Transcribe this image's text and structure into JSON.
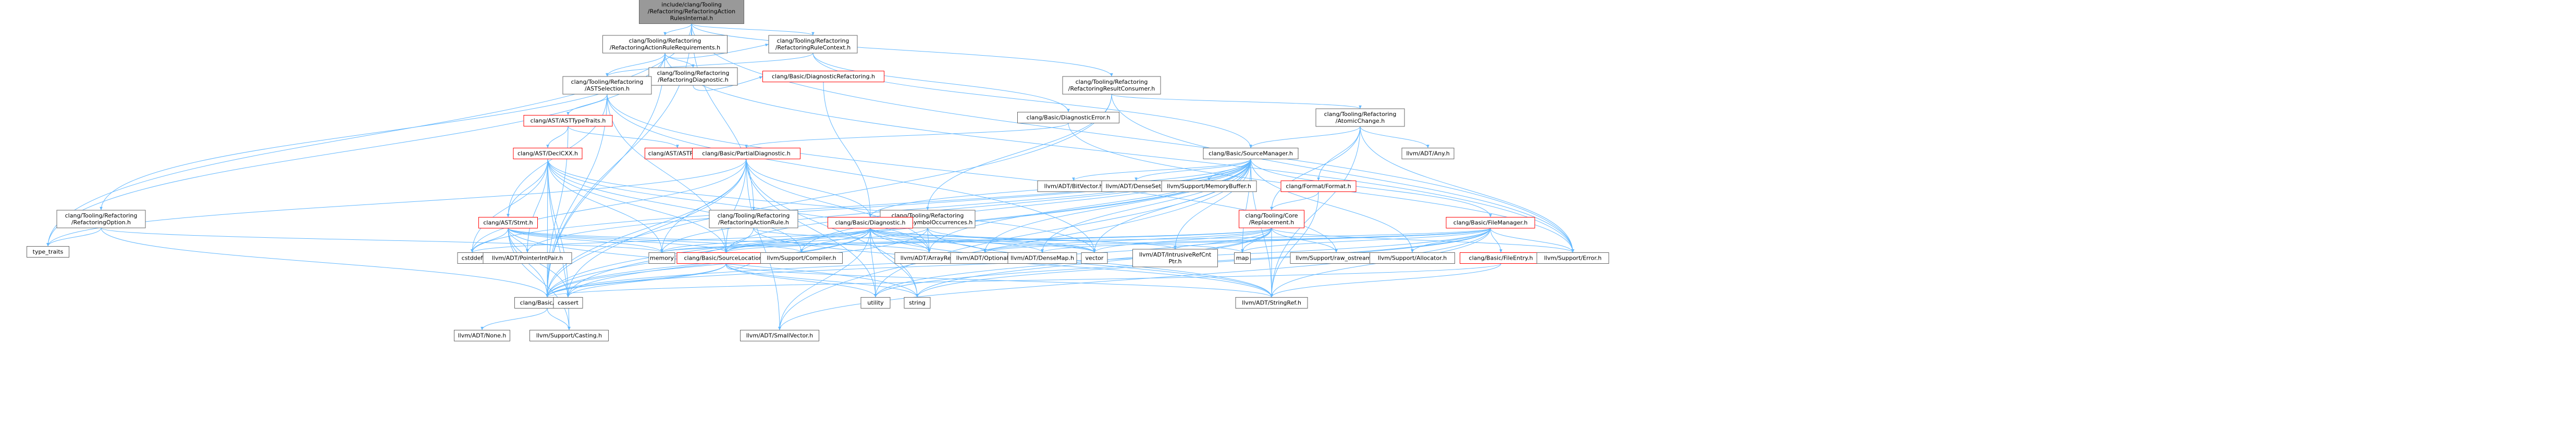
{
  "colors": {
    "root_fill": "#999999",
    "node_fill": "#ffffff",
    "node_border": "#666666",
    "red_border": "#ff0000",
    "edge": "#63b8ff"
  },
  "nodes": [
    {
      "id": "root",
      "lines": [
        "include/clang/Tooling",
        "/Refactoring/RefactoringAction",
        "RulesInternal.h"
      ],
      "style": "root"
    },
    {
      "id": "rrr",
      "lines": [
        "clang/Tooling/Refactoring",
        "/RefactoringActionRuleRequirements.h"
      ],
      "style": "normal"
    },
    {
      "id": "resultconsumer",
      "lines": [
        "clang/Tooling/Refactoring",
        "/RefactoringResultConsumer.h"
      ],
      "style": "normal"
    },
    {
      "id": "rulecontext",
      "lines": [
        "clang/Tooling/Refactoring",
        "/RefactoringRuleContext.h"
      ],
      "style": "normal"
    },
    {
      "id": "refdiag",
      "lines": [
        "clang/Tooling/Refactoring",
        "/RefactoringDiagnostic.h"
      ],
      "style": "normal"
    },
    {
      "id": "astselection",
      "lines": [
        "clang/Tooling/Refactoring",
        "/ASTSelection.h"
      ],
      "style": "normal"
    },
    {
      "id": "refoption",
      "lines": [
        "clang/Tooling/Refactoring",
        "/RefactoringOption.h"
      ],
      "style": "normal"
    },
    {
      "id": "diagrefactoring",
      "lines": [
        "clang/Basic/DiagnosticRefactoring.h"
      ],
      "style": "red"
    },
    {
      "id": "diagerror",
      "lines": [
        "clang/Basic/DiagnosticError.h"
      ],
      "style": "normal"
    },
    {
      "id": "atomicchange",
      "lines": [
        "clang/Tooling/Refactoring",
        "/AtomicChange.h"
      ],
      "style": "normal"
    },
    {
      "id": "asttypetraits",
      "lines": [
        "clang/AST/ASTTypeTraits.h"
      ],
      "style": "red"
    },
    {
      "id": "declcxx",
      "lines": [
        "clang/AST/DeclCXX.h"
      ],
      "style": "red"
    },
    {
      "id": "astfwd",
      "lines": [
        "clang/AST/ASTFwd.h"
      ],
      "style": "red"
    },
    {
      "id": "partialdiag",
      "lines": [
        "clang/Basic/PartialDiagnostic.h"
      ],
      "style": "red"
    },
    {
      "id": "sourcemanager",
      "lines": [
        "clang/Basic/SourceManager.h"
      ],
      "style": "normal"
    },
    {
      "id": "formatformat",
      "lines": [
        "clang/Format/Format.h"
      ],
      "style": "red"
    },
    {
      "id": "corereplacement",
      "lines": [
        "clang/Tooling/Core",
        "/Replacement.h"
      ],
      "style": "red"
    },
    {
      "id": "renamesym",
      "lines": [
        "clang/Tooling/Refactoring",
        "/Rename/SymbolOccurrences.h"
      ],
      "style": "normal"
    },
    {
      "id": "refactionrule",
      "lines": [
        "clang/Tooling/Refactoring",
        "/RefactoringActionRule.h"
      ],
      "style": "normal"
    },
    {
      "id": "diagnostic",
      "lines": [
        "clang/Basic/Diagnostic.h"
      ],
      "style": "red"
    },
    {
      "id": "filemanager",
      "lines": [
        "clang/Basic/FileManager.h"
      ],
      "style": "red"
    },
    {
      "id": "stmt",
      "lines": [
        "clang/AST/Stmt.h"
      ],
      "style": "red"
    },
    {
      "id": "sourcelocation",
      "lines": [
        "clang/Basic/SourceLocation.h"
      ],
      "style": "red"
    },
    {
      "id": "fileentry",
      "lines": [
        "clang/Basic/FileEntry.h"
      ],
      "style": "red"
    },
    {
      "id": "llvmh",
      "lines": [
        "clang/Basic/LLVM.h"
      ],
      "style": "normal"
    },
    {
      "id": "typetraits",
      "lines": [
        "type_traits"
      ],
      "style": "normal"
    },
    {
      "id": "memory",
      "lines": [
        "memory"
      ],
      "style": "normal"
    },
    {
      "id": "cstddef",
      "lines": [
        "cstddef"
      ],
      "style": "normal"
    },
    {
      "id": "pointerintpair",
      "lines": [
        "llvm/ADT/PointerIntPair.h"
      ],
      "style": "normal"
    },
    {
      "id": "compiler",
      "lines": [
        "llvm/Support/Compiler.h"
      ],
      "style": "normal"
    },
    {
      "id": "arrayref",
      "lines": [
        "llvm/ADT/ArrayRef.h"
      ],
      "style": "normal"
    },
    {
      "id": "optional",
      "lines": [
        "llvm/ADT/Optional.h"
      ],
      "style": "normal"
    },
    {
      "id": "densemap",
      "lines": [
        "llvm/ADT/DenseMap.h"
      ],
      "style": "normal"
    },
    {
      "id": "vector",
      "lines": [
        "vector"
      ],
      "style": "normal"
    },
    {
      "id": "intrusiverefcnt",
      "lines": [
        "llvm/ADT/IntrusiveRefCnt",
        "Ptr.h"
      ],
      "style": "normal"
    },
    {
      "id": "map",
      "lines": [
        "map"
      ],
      "style": "normal"
    },
    {
      "id": "rawostream",
      "lines": [
        "llvm/Support/raw_ostream.h"
      ],
      "style": "normal"
    },
    {
      "id": "allocator",
      "lines": [
        "llvm/Support/Allocator.h"
      ],
      "style": "normal"
    },
    {
      "id": "errorh",
      "lines": [
        "llvm/Support/Error.h"
      ],
      "style": "normal"
    },
    {
      "id": "bitvector",
      "lines": [
        "llvm/ADT/BitVector.h"
      ],
      "style": "normal"
    },
    {
      "id": "denseset",
      "lines": [
        "llvm/ADT/DenseSet.h"
      ],
      "style": "normal"
    },
    {
      "id": "memorybuffer",
      "lines": [
        "llvm/Support/MemoryBuffer.h"
      ],
      "style": "normal"
    },
    {
      "id": "anyh",
      "lines": [
        "llvm/ADT/Any.h"
      ],
      "style": "normal"
    },
    {
      "id": "cassert",
      "lines": [
        "cassert"
      ],
      "style": "normal"
    },
    {
      "id": "utility",
      "lines": [
        "utility"
      ],
      "style": "normal"
    },
    {
      "id": "string",
      "lines": [
        "string"
      ],
      "style": "normal"
    },
    {
      "id": "stringref",
      "lines": [
        "llvm/ADT/StringRef.h"
      ],
      "style": "normal"
    },
    {
      "id": "smallvector",
      "lines": [
        "llvm/ADT/SmallVector.h"
      ],
      "style": "normal"
    },
    {
      "id": "none",
      "lines": [
        "llvm/ADT/None.h"
      ],
      "style": "normal"
    },
    {
      "id": "casting",
      "lines": [
        "llvm/Support/Casting.h"
      ],
      "style": "normal"
    }
  ],
  "edges": [
    [
      "root",
      "rrr"
    ],
    [
      "root",
      "resultconsumer"
    ],
    [
      "root",
      "rulecontext"
    ],
    [
      "root",
      "refactionrule"
    ],
    [
      "root",
      "llvmh"
    ],
    [
      "root",
      "typetraits"
    ],
    [
      "root",
      "errorh"
    ],
    [
      "rrr",
      "refdiag"
    ],
    [
      "rrr",
      "astselection"
    ],
    [
      "rrr",
      "rulecontext"
    ],
    [
      "rrr",
      "refoption"
    ],
    [
      "rrr",
      "llvmh"
    ],
    [
      "rrr",
      "typetraits"
    ],
    [
      "rrr",
      "errorh"
    ],
    [
      "refdiag",
      "diagrefactoring"
    ],
    [
      "diagrefactoring",
      "diagnostic"
    ],
    [
      "rulecontext",
      "astselection"
    ],
    [
      "rulecontext",
      "diagerror"
    ],
    [
      "rulecontext",
      "sourcemanager"
    ],
    [
      "diagerror",
      "partialdiag"
    ],
    [
      "diagerror",
      "errorh"
    ],
    [
      "resultconsumer",
      "atomicchange"
    ],
    [
      "resultconsumer",
      "renamesym"
    ],
    [
      "resultconsumer",
      "llvmh"
    ],
    [
      "resultconsumer",
      "errorh"
    ],
    [
      "atomicchange",
      "sourcemanager"
    ],
    [
      "atomicchange",
      "formatformat"
    ],
    [
      "atomicchange",
      "corereplacement"
    ],
    [
      "atomicchange",
      "anyh"
    ],
    [
      "atomicchange",
      "stringref"
    ],
    [
      "atomicchange",
      "errorh"
    ],
    [
      "astselection",
      "asttypetraits"
    ],
    [
      "astselection",
      "stmt"
    ],
    [
      "astselection",
      "llvmh"
    ],
    [
      "astselection",
      "sourcelocation"
    ],
    [
      "astselection",
      "rawostream"
    ],
    [
      "astselection",
      "vector"
    ],
    [
      "asttypetraits",
      "astfwd"
    ],
    [
      "asttypetraits",
      "declcxx"
    ],
    [
      "asttypetraits",
      "llvmh"
    ],
    [
      "asttypetraits",
      "densemapinfo_skip"
    ],
    [
      "declcxx",
      "stmt"
    ],
    [
      "declcxx",
      "llvmh"
    ],
    [
      "declcxx",
      "sourcelocation"
    ],
    [
      "declcxx",
      "arrayref"
    ],
    [
      "declcxx",
      "pointerintpair"
    ],
    [
      "declcxx",
      "compiler"
    ],
    [
      "declcxx",
      "cstddef"
    ],
    [
      "declcxx",
      "memory"
    ],
    [
      "declcxx",
      "vector"
    ],
    [
      "declcxx",
      "cassert"
    ],
    [
      "declcxx",
      "casting"
    ],
    [
      "refoption",
      "llvmh"
    ],
    [
      "refoption",
      "memory"
    ],
    [
      "refoption",
      "typetraits"
    ],
    [
      "partialdiag",
      "diagnostic"
    ],
    [
      "partialdiag",
      "llvmh"
    ],
    [
      "partialdiag",
      "sourcelocation"
    ],
    [
      "partialdiag",
      "arrayref"
    ],
    [
      "partialdiag",
      "smallvector"
    ],
    [
      "partialdiag",
      "cassert"
    ],
    [
      "partialdiag",
      "cstddef"
    ],
    [
      "partialdiag",
      "memory"
    ],
    [
      "partialdiag",
      "string"
    ],
    [
      "partialdiag",
      "typetraits"
    ],
    [
      "partialdiag",
      "utility"
    ],
    [
      "sourcemanager",
      "diagnostic"
    ],
    [
      "sourcemanager",
      "filemanager"
    ],
    [
      "sourcemanager",
      "sourcelocation"
    ],
    [
      "sourcemanager",
      "llvmh"
    ],
    [
      "sourcemanager",
      "arrayref"
    ],
    [
      "sourcemanager",
      "bitvector"
    ],
    [
      "sourcemanager",
      "densemap"
    ],
    [
      "sourcemanager",
      "denseset"
    ],
    [
      "sourcemanager",
      "intrusiverefcnt"
    ],
    [
      "sourcemanager",
      "pointerintpair"
    ],
    [
      "sourcemanager",
      "smallvector"
    ],
    [
      "sourcemanager",
      "stringref"
    ],
    [
      "sourcemanager",
      "allocator"
    ],
    [
      "sourcemanager",
      "compiler"
    ],
    [
      "sourcemanager",
      "memorybuffer"
    ],
    [
      "sourcemanager",
      "cassert"
    ],
    [
      "sourcemanager",
      "map"
    ],
    [
      "sourcemanager",
      "memory"
    ],
    [
      "sourcemanager",
      "optional"
    ],
    [
      "sourcemanager",
      "utility"
    ],
    [
      "sourcemanager",
      "vector"
    ],
    [
      "sourcemanager",
      "cstddef"
    ],
    [
      "formatformat",
      "corereplacement"
    ],
    [
      "formatformat",
      "stringref"
    ],
    [
      "corereplacement",
      "llvmh"
    ],
    [
      "corereplacement",
      "sourcelocation"
    ],
    [
      "corereplacement",
      "stringref"
    ],
    [
      "corereplacement",
      "errorh"
    ],
    [
      "corereplacement",
      "rawostream"
    ],
    [
      "corereplacement",
      "map"
    ],
    [
      "corereplacement",
      "optional"
    ],
    [
      "corereplacement",
      "string"
    ],
    [
      "corereplacement",
      "vector"
    ],
    [
      "corereplacement",
      "memory"
    ],
    [
      "corereplacement",
      "utility"
    ],
    [
      "renamesym",
      "llvmh"
    ],
    [
      "renamesym",
      "sourcelocation"
    ],
    [
      "renamesym",
      "arrayref"
    ],
    [
      "renamesym",
      "stringref"
    ],
    [
      "renamesym",
      "vector"
    ],
    [
      "refactionrule",
      "llvmh"
    ],
    [
      "refactionrule",
      "stringref"
    ],
    [
      "refactionrule",
      "vector"
    ],
    [
      "diagnostic",
      "sourcelocation"
    ],
    [
      "diagnostic",
      "llvmh"
    ],
    [
      "diagnostic",
      "arrayref"
    ],
    [
      "diagnostic",
      "densemap"
    ],
    [
      "diagnostic",
      "intrusiverefcnt"
    ],
    [
      "diagnostic",
      "optional"
    ],
    [
      "diagnostic",
      "smallvector"
    ],
    [
      "diagnostic",
      "stringref"
    ],
    [
      "diagnostic",
      "compiler"
    ],
    [
      "diagnostic",
      "cassert"
    ],
    [
      "diagnostic",
      "cstddef"
    ],
    [
      "diagnostic",
      "map"
    ],
    [
      "diagnostic",
      "memory"
    ],
    [
      "diagnostic",
      "string"
    ],
    [
      "diagnostic",
      "utility"
    ],
    [
      "diagnostic",
      "vector"
    ],
    [
      "filemanager",
      "fileentry"
    ],
    [
      "filemanager",
      "llvmh"
    ],
    [
      "filemanager",
      "densemap"
    ],
    [
      "filemanager",
      "intrusiverefcnt"
    ],
    [
      "filemanager",
      "smallvector"
    ],
    [
      "filemanager",
      "stringref"
    ],
    [
      "filemanager",
      "allocator"
    ],
    [
      "filemanager",
      "map"
    ],
    [
      "filemanager",
      "memory"
    ],
    [
      "filemanager",
      "errorh"
    ],
    [
      "filemanager",
      "optional"
    ],
    [
      "filemanager",
      "utility"
    ],
    [
      "filemanager",
      "string"
    ],
    [
      "fileentry",
      "llvmh"
    ],
    [
      "fileentry",
      "stringref"
    ],
    [
      "stmt",
      "llvmh"
    ],
    [
      "stmt",
      "sourcelocation"
    ],
    [
      "stmt",
      "arrayref"
    ],
    [
      "stmt",
      "pointerintpair"
    ],
    [
      "stmt",
      "compiler"
    ],
    [
      "stmt",
      "cstddef"
    ],
    [
      "stmt",
      "cassert"
    ],
    [
      "stmt",
      "string"
    ],
    [
      "stmt",
      "casting"
    ],
    [
      "stmt",
      "memory"
    ],
    [
      "sourcelocation",
      "llvmh"
    ],
    [
      "sourcelocation",
      "compiler"
    ],
    [
      "sourcelocation",
      "cassert"
    ],
    [
      "sourcelocation",
      "string"
    ],
    [
      "sourcelocation",
      "utility"
    ],
    [
      "sourcelocation",
      "stringref"
    ],
    [
      "llvmh",
      "none"
    ],
    [
      "llvmh",
      "casting"
    ]
  ]
}
